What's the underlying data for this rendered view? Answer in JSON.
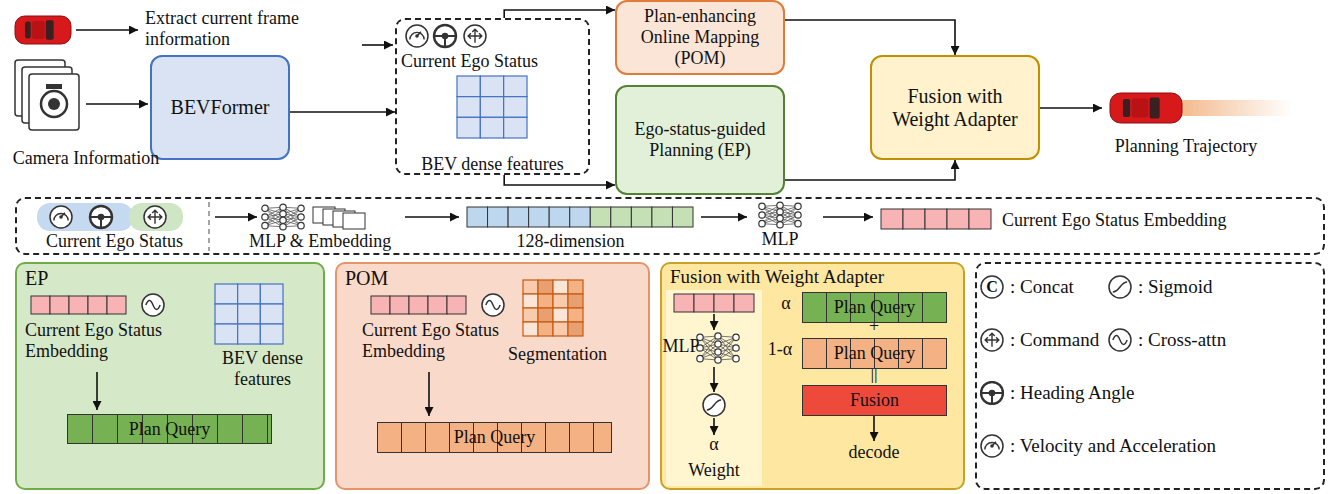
{
  "diagram": {
    "nodes": [
      {
        "text": [
          "BEVFormer"
        ]
      },
      {
        "text": [
          "Current Ego Status",
          "BEV dense features"
        ]
      },
      {
        "text": [
          "Plan-enhancing Online Mapping (POM)"
        ]
      },
      {
        "text": [
          "Ego-status-guided Planning (EP)"
        ]
      },
      {
        "text": [
          "Fusion with Weight Adapter"
        ]
      },
      {
        "text": [
          "Current Ego Status",
          "MLP & Embedding",
          "128-dimension",
          "MLP",
          "Current Ego Status Embedding"
        ]
      },
      {
        "text": [
          "EP",
          "Current Ego Status Embedding",
          "BEV dense features"
        ]
      },
      {
        "text": [
          "Plan Query"
        ],
        "in": 6
      },
      {
        "text": [
          "POM",
          "Current Ego Status Embedding",
          "Segmentation"
        ]
      },
      {
        "text": [
          "Plan Query"
        ],
        "in": 8
      },
      {
        "text": [
          "Fusion with Weight Adapter",
          "MLP",
          "Weight",
          "α",
          "α",
          "1-α",
          "+",
          "||",
          "decode"
        ]
      },
      {
        "text": [
          "Plan Query"
        ],
        "in": 10
      },
      {
        "text": [
          "Plan Query"
        ],
        "in": 10
      },
      {
        "text": [
          "Fusion"
        ],
        "in": 10
      }
    ],
    "edges": [
      {
        "from": 0,
        "to": 1,
        "arrow": "to"
      },
      {
        "from": 1,
        "to": 2,
        "arrow": "to"
      },
      {
        "from": 1,
        "to": 3,
        "arrow": "to"
      },
      {
        "from": 2,
        "to": 4,
        "arrow": "to"
      },
      {
        "from": 3,
        "to": 4,
        "arrow": "to"
      }
    ],
    "labels": [
      "Extract current frame information",
      "Camera Information",
      "Planning Trajectory",
      "C"
    ],
    "legend": [
      {
        "text": ": Concat"
      },
      {
        "text": ": Sigmoid"
      },
      {
        "text": ": Command"
      },
      {
        "text": ": Cross-attn"
      },
      {
        "text": ": Heading Angle"
      },
      {
        "text": ": Velocity and Acceleration"
      }
    ]
  }
}
